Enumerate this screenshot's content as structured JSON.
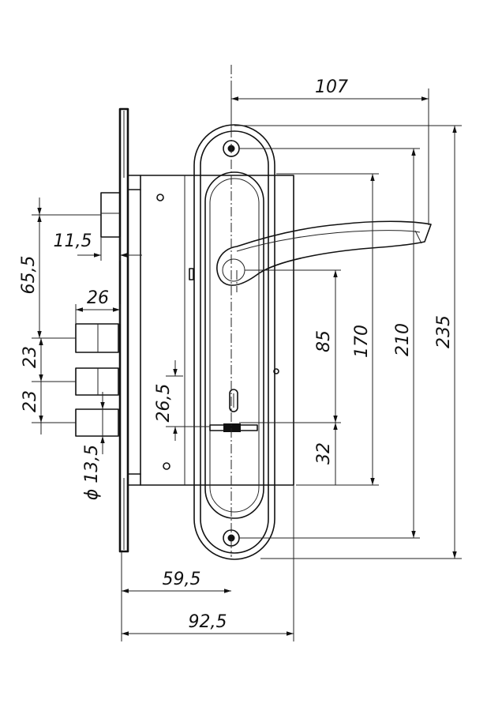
{
  "dimensions": {
    "width_107": "107",
    "height_235": "235",
    "height_210": "210",
    "height_170": "170",
    "dist_85": "85",
    "dist_32": "32",
    "offset_11_5": "11,5",
    "height_65_5": "65,5",
    "width_26": "26",
    "pitch_23_a": "23",
    "pitch_23_b": "23",
    "offset_26_5": "26,5",
    "diameter_13_5": "ϕ 13,5",
    "backset_59_5": "59,5",
    "width_92_5": "92,5"
  }
}
